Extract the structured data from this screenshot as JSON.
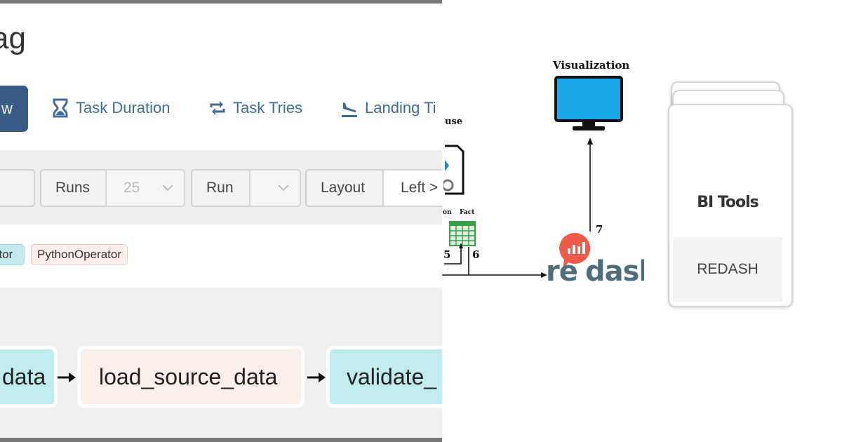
{
  "airflow": {
    "dag_title": "ag",
    "active_view_label": "w",
    "tabs": [
      {
        "label": "Task Duration",
        "icon": "hourglass-icon"
      },
      {
        "label": "Task Tries",
        "icon": "retry-arrows-icon"
      },
      {
        "label": "Landing Ti",
        "icon": "plane-landing-icon"
      }
    ],
    "controls": {
      "runs_label": "Runs",
      "runs_value": "25",
      "run_label": "Run",
      "run_value": "",
      "layout_label": "Layout",
      "layout_value": "Left >"
    },
    "operators": [
      {
        "label": "ator",
        "color": "#bfe8ef"
      },
      {
        "label": "PythonOperator",
        "color": "#fdeee9"
      }
    ],
    "tasks": [
      {
        "label": "data",
        "color": "#bfecee"
      },
      {
        "label": "load_source_data",
        "color": "#fbefea"
      },
      {
        "label": "validate_",
        "color": "#bfecee"
      }
    ]
  },
  "architecture": {
    "visualization_label": "Visualization",
    "warehouse_label": "use",
    "on_label": "on",
    "fact_label": "Fact",
    "step_labels": [
      "5",
      "6",
      "7"
    ],
    "redash_logo_text": "redash",
    "bi_tools_title": "BI Tools",
    "bi_tools_item": "REDASH",
    "colors": {
      "monitor": "#1aa8e8",
      "redash_red": "#f05a4a",
      "redash_text": "#4e6d7d",
      "fact_grid": "#3aa04a"
    }
  }
}
